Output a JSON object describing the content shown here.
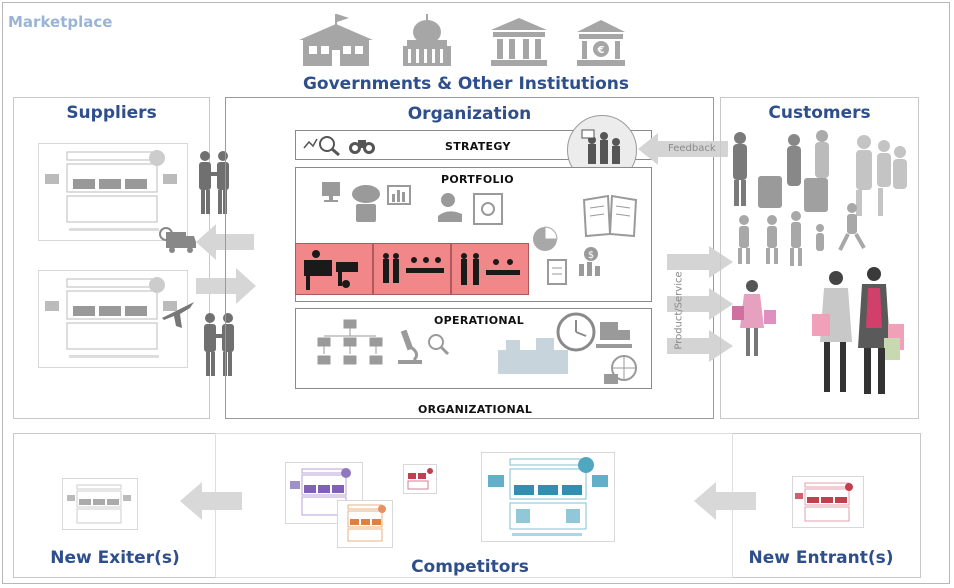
{
  "marketplace": {
    "label": "Marketplace"
  },
  "governments": {
    "title": "Governments & Other Institutions"
  },
  "suppliers": {
    "title": "Suppliers"
  },
  "organization": {
    "title": "Organization",
    "layers": {
      "strategy": "STRATEGY",
      "portfolio": "PORTFOLIO",
      "operational": "OPERATIONAL",
      "organizational": "ORGANIZATIONAL"
    }
  },
  "customers": {
    "title": "Customers"
  },
  "flows": {
    "feedback": "Feedback",
    "product_service": "Product/Service"
  },
  "bottom": {
    "exiters": "New Exiter(s)",
    "competitors": "Competitors",
    "entrants": "New Entrant(s)"
  }
}
